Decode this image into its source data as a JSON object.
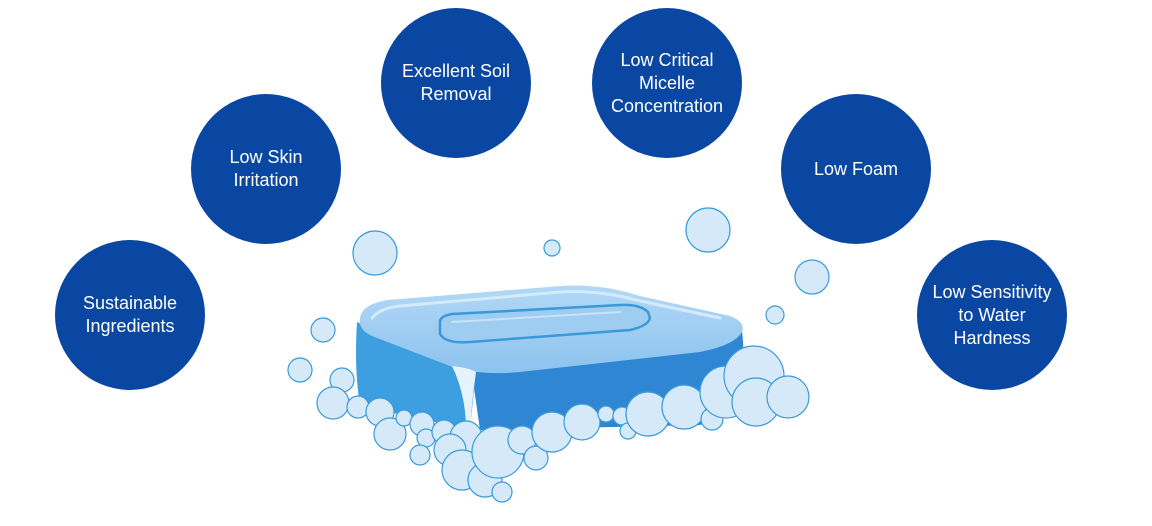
{
  "colors": {
    "circle_fill": "#0a47a3",
    "circle_text": "#ffffff",
    "bubble_fill": "#d6e9f8",
    "bubble_stroke": "#3a9ad9",
    "soap_top": "#9ccbf2",
    "soap_front": "#3d9ee0",
    "soap_side": "#2f86d2"
  },
  "benefits": {
    "sustainable": {
      "label": "Sustainable Ingredients"
    },
    "skin": {
      "label": "Low Skin Irritation"
    },
    "soil": {
      "label": "Excellent Soil Removal"
    },
    "cmc": {
      "label": "Low Critical Micelle Concentration"
    },
    "foam": {
      "label": "Low Foam"
    },
    "hardness": {
      "label": "Low Sensitivity to Water Hardness"
    }
  },
  "illustration": {
    "icon": "soap-bar-with-bubbles-icon"
  }
}
